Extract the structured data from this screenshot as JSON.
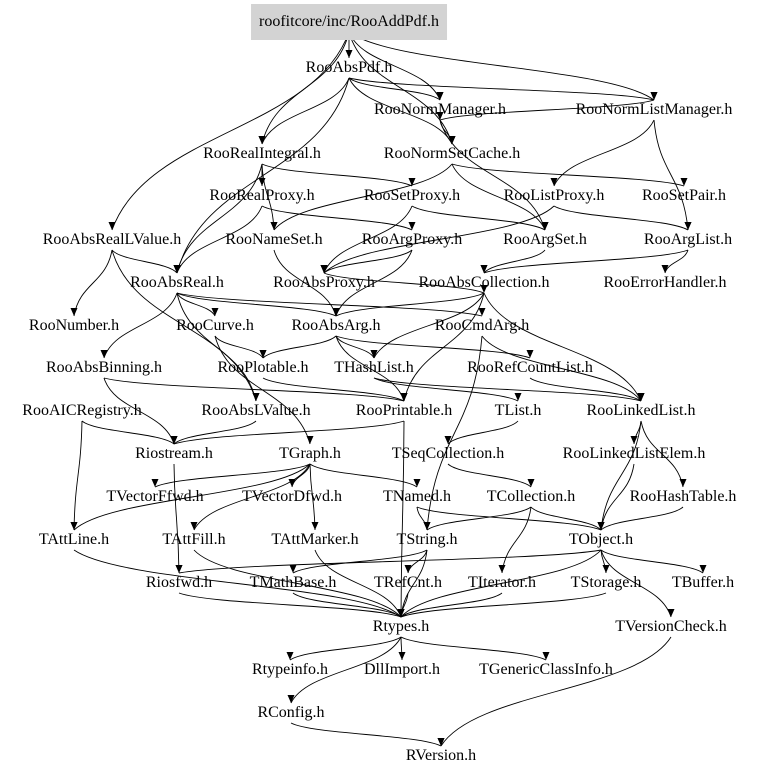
{
  "root": "roofitcore/inc/RooAddPdf.h",
  "nodes": [
    "roofitcore/inc/RooAddPdf.h",
    "RooAbsPdf.h",
    "RooNormManager.h",
    "RooNormListManager.h",
    "RooRealIntegral.h",
    "RooNormSetCache.h",
    "RooRealProxy.h",
    "RooSetProxy.h",
    "RooListProxy.h",
    "RooSetPair.h",
    "RooAbsRealLValue.h",
    "RooNameSet.h",
    "RooArgProxy.h",
    "RooArgSet.h",
    "RooArgList.h",
    "RooAbsReal.h",
    "RooAbsProxy.h",
    "RooAbsCollection.h",
    "RooErrorHandler.h",
    "RooNumber.h",
    "RooCurve.h",
    "RooAbsArg.h",
    "RooCmdArg.h",
    "RooAbsBinning.h",
    "RooPlotable.h",
    "THashList.h",
    "RooRefCountList.h",
    "RooAICRegistry.h",
    "RooAbsLValue.h",
    "RooPrintable.h",
    "TList.h",
    "RooLinkedList.h",
    "Riostream.h",
    "TGraph.h",
    "TSeqCollection.h",
    "RooLinkedListElem.h",
    "TVectorFfwd.h",
    "TVectorDfwd.h",
    "TNamed.h",
    "TCollection.h",
    "RooHashTable.h",
    "TAttLine.h",
    "TAttFill.h",
    "TAttMarker.h",
    "TString.h",
    "TObject.h",
    "Riosfwd.h",
    "TMathBase.h",
    "TRefCnt.h",
    "TIterator.h",
    "TStorage.h",
    "TBuffer.h",
    "Rtypes.h",
    "TVersionCheck.h",
    "Rtypeinfo.h",
    "DllImport.h",
    "TGenericClassInfo.h",
    "RConfig.h",
    "RVersion.h"
  ],
  "edges": [
    [
      0,
      1
    ],
    [
      0,
      2
    ],
    [
      0,
      3
    ],
    [
      0,
      4
    ],
    [
      0,
      10
    ],
    [
      0,
      5
    ],
    [
      1,
      4
    ],
    [
      1,
      2
    ],
    [
      1,
      5
    ],
    [
      1,
      3
    ],
    [
      1,
      15
    ],
    [
      2,
      5
    ],
    [
      2,
      13
    ],
    [
      3,
      2
    ],
    [
      3,
      8
    ],
    [
      3,
      14
    ],
    [
      4,
      6
    ],
    [
      4,
      7
    ],
    [
      4,
      11
    ],
    [
      4,
      15
    ],
    [
      5,
      9
    ],
    [
      5,
      13
    ],
    [
      5,
      11
    ],
    [
      6,
      12
    ],
    [
      6,
      15
    ],
    [
      7,
      13
    ],
    [
      7,
      16
    ],
    [
      8,
      14
    ],
    [
      8,
      16
    ],
    [
      10,
      15
    ],
    [
      10,
      19
    ],
    [
      10,
      28
    ],
    [
      11,
      21
    ],
    [
      12,
      16
    ],
    [
      12,
      21
    ],
    [
      13,
      17
    ],
    [
      14,
      17
    ],
    [
      14,
      18
    ],
    [
      15,
      20
    ],
    [
      15,
      21
    ],
    [
      15,
      22
    ],
    [
      15,
      28
    ],
    [
      15,
      23
    ],
    [
      16,
      17
    ],
    [
      17,
      25
    ],
    [
      17,
      31
    ],
    [
      17,
      29
    ],
    [
      17,
      21
    ],
    [
      20,
      33
    ],
    [
      20,
      24
    ],
    [
      21,
      24
    ],
    [
      21,
      25
    ],
    [
      21,
      26
    ],
    [
      21,
      29
    ],
    [
      22,
      31
    ],
    [
      22,
      44
    ],
    [
      23,
      32
    ],
    [
      23,
      29
    ],
    [
      24,
      29
    ],
    [
      25,
      30
    ],
    [
      25,
      31
    ],
    [
      26,
      31
    ],
    [
      27,
      32
    ],
    [
      27,
      41
    ],
    [
      28,
      32
    ],
    [
      29,
      32
    ],
    [
      29,
      52
    ],
    [
      30,
      34
    ],
    [
      31,
      35
    ],
    [
      31,
      40
    ],
    [
      31,
      45
    ],
    [
      33,
      36
    ],
    [
      33,
      37
    ],
    [
      33,
      38
    ],
    [
      33,
      41
    ],
    [
      33,
      42
    ],
    [
      33,
      43
    ],
    [
      34,
      39
    ],
    [
      35,
      45
    ],
    [
      38,
      44
    ],
    [
      38,
      45
    ],
    [
      39,
      45
    ],
    [
      39,
      49
    ],
    [
      39,
      44
    ],
    [
      40,
      45
    ],
    [
      41,
      52
    ],
    [
      42,
      52
    ],
    [
      43,
      52
    ],
    [
      44,
      47
    ],
    [
      44,
      48
    ],
    [
      44,
      52
    ],
    [
      45,
      50
    ],
    [
      45,
      51
    ],
    [
      45,
      52
    ],
    [
      45,
      53
    ],
    [
      45,
      46
    ],
    [
      32,
      46
    ],
    [
      46,
      52
    ],
    [
      47,
      52
    ],
    [
      48,
      52
    ],
    [
      49,
      52
    ],
    [
      50,
      52
    ],
    [
      52,
      54
    ],
    [
      52,
      55
    ],
    [
      52,
      56
    ],
    [
      52,
      57
    ],
    [
      53,
      58
    ],
    [
      57,
      58
    ]
  ],
  "colors": {
    "root_fill": "#d3d3d3",
    "edge": "#000000"
  }
}
